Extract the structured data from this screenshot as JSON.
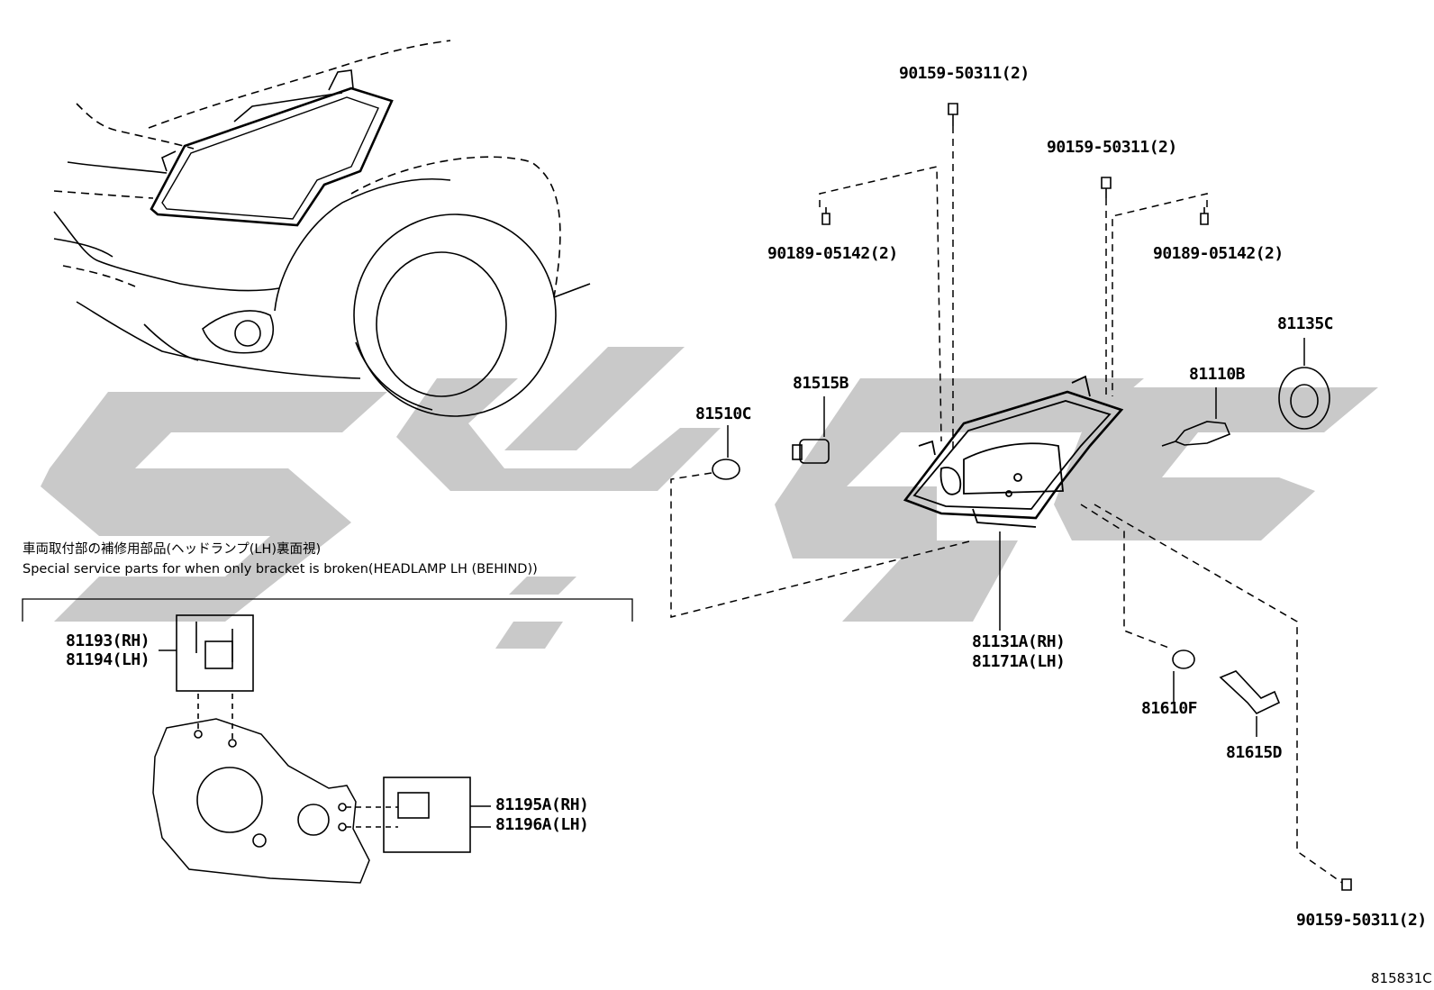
{
  "note": {
    "jp": "車両取付部の補修用部品(ヘッドランプ(LH)裏面視)",
    "en": "Special service parts for when only bracket is broken(HEADLAMP LH (BEHIND))"
  },
  "parts": {
    "p_90159_top": "90159-50311(2)",
    "p_90159_mid": "90159-50311(2)",
    "p_90159_bottom": "90159-50311(2)",
    "p_90189_left": "90189-05142(2)",
    "p_90189_right": "90189-05142(2)",
    "p_81135c": "81135C",
    "p_81110b": "81110B",
    "p_81515b": "81515B",
    "p_81510c": "81510C",
    "p_81131a": "81131A(RH)",
    "p_81171a": "81171A(LH)",
    "p_81610f": "81610F",
    "p_81615d": "81615D",
    "p_81193": "81193(RH)",
    "p_81194": "81194(LH)",
    "p_81195a": "81195A(RH)",
    "p_81196a": "81196A(LH)"
  },
  "diagram_id": "815831C",
  "colors": {
    "line": "#000000",
    "watermark": "#c8c8c8"
  }
}
